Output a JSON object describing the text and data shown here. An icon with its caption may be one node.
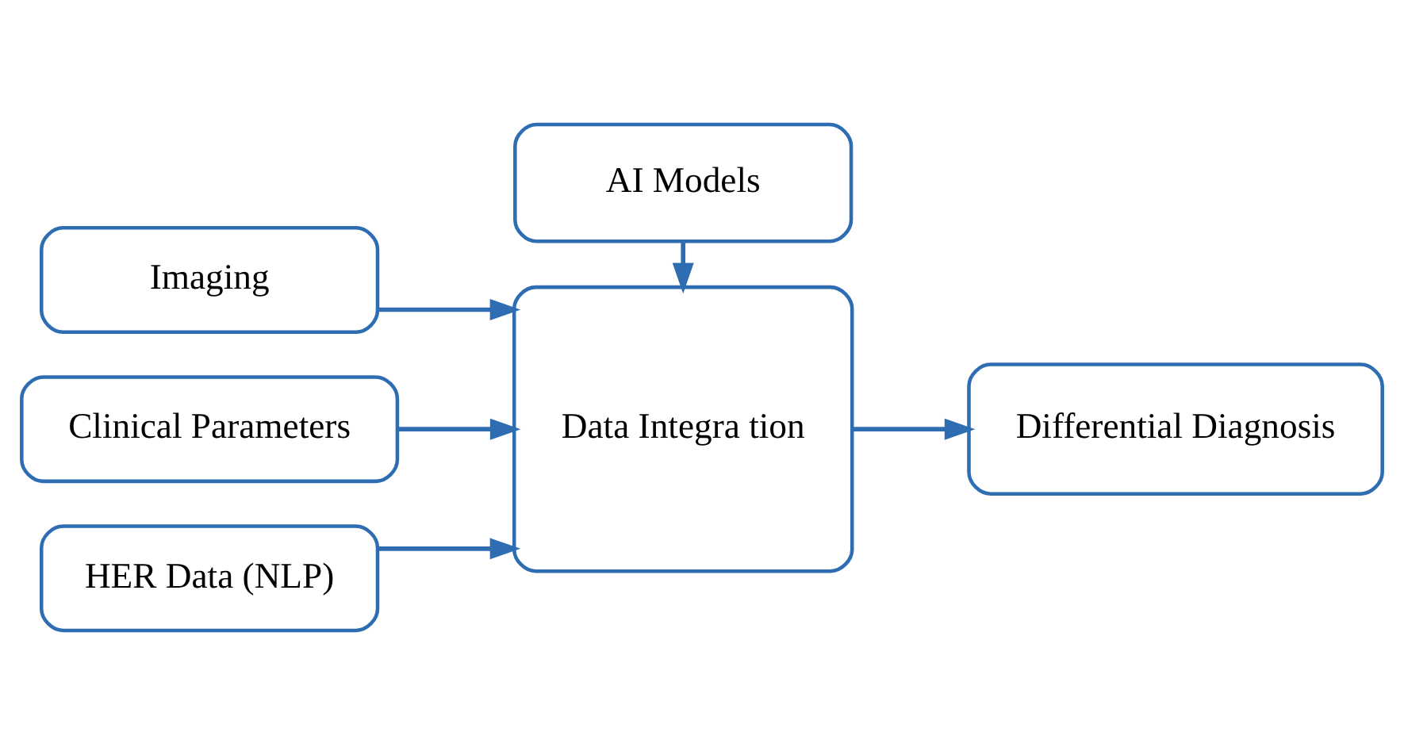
{
  "diagram": {
    "nodes": [
      {
        "text": [
          "Imaging"
        ]
      },
      {
        "text": [
          "Clinical Parameters"
        ]
      },
      {
        "text": [
          "HER Data (NLP)"
        ]
      },
      {
        "text": [
          "Data Integra tion"
        ]
      },
      {
        "text": [
          "Differential Diagnosis"
        ]
      },
      {
        "text": [
          "AI Models"
        ]
      }
    ],
    "edges": [
      {
        "from": 0,
        "to": 3,
        "arrow": "to"
      },
      {
        "from": 1,
        "to": 3,
        "arrow": "to"
      },
      {
        "from": 2,
        "to": 3,
        "arrow": "to"
      },
      {
        "from": 3,
        "to": 4,
        "arrow": "to"
      },
      {
        "from": 5,
        "to": 3,
        "arrow": "to"
      }
    ]
  }
}
